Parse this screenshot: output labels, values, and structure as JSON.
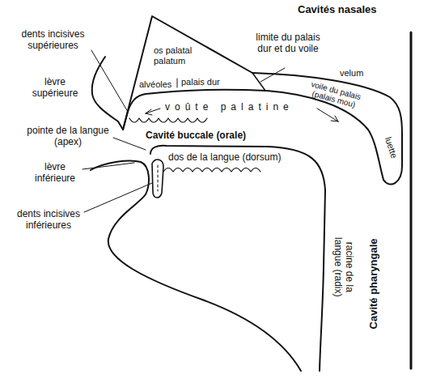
{
  "diagram": {
    "labels": [
      "Cavités nasales",
      "dents incisives supérieures",
      "os palatal palatum",
      "limite du palais dur et du voile",
      "lèvre supérieure",
      "alvéoles",
      "palais dur",
      "velum",
      "voile du palais (palais mou)",
      "voûte palatine",
      "luette",
      "pointe de la langue (apex)",
      "Cavité buccale (orale)",
      "dos de la langue (dorsum)",
      "lèvre inférieure",
      "dents incisives inférieures",
      "racine de la langue (radix)",
      "Cavité pharyngale"
    ]
  }
}
